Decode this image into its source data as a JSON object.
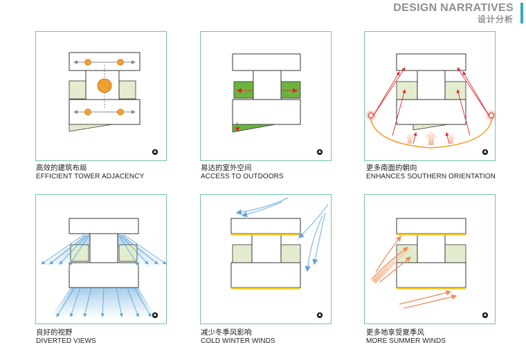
{
  "header": {
    "title_en": "DESIGN NARRATIVES",
    "title_zh": "设计分析"
  },
  "panels": [
    {
      "zh": "高效的建筑布局",
      "en": "EFFICIENT TOWER ADJACENCY"
    },
    {
      "zh": "易达的室外空间",
      "en": "ACCESS TO OUTDOORS"
    },
    {
      "zh": "更多南面的朝向",
      "en": "ENHANCES SOUTHERN ORIENTATION"
    },
    {
      "zh": "良好的视野",
      "en": "DIVERTED VIEWS"
    },
    {
      "zh": "减少冬季风影响",
      "en": "COLD WINTER WINDS"
    },
    {
      "zh": "更多地享受夏季风",
      "en": "MORE SUMMER WINDS"
    }
  ],
  "colors": {
    "frame": "#6fc4a9",
    "block_fill": "#e4ecd0",
    "green_fill": "#6db33f",
    "orange": "#f0a030",
    "red_arrow": "#e0242b",
    "blue_arrow": "#5fa4d8",
    "summer_arrow": "#f08a5a",
    "yellow_strip": "#f3c21e",
    "header": "#8f8f8f"
  },
  "icons": [
    "north-arrow-icon"
  ]
}
